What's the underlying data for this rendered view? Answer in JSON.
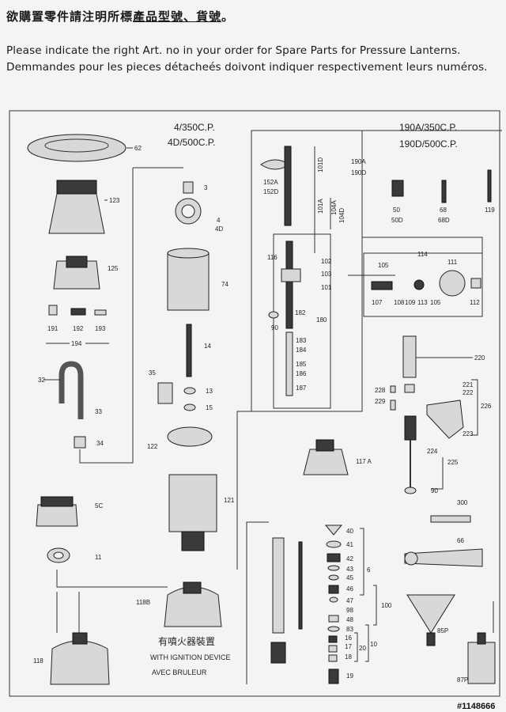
{
  "header": {
    "chinese_before": "欲購置零件請注明所標",
    "chinese_underlined": "產品型號、貨號",
    "chinese_after": "。",
    "english": "Please indicate the right Art. no in your order for Spare Parts for Pressure Lanterns.",
    "french": "Demmandes pour les pieces détacheés doivont indiquer respectivement leurs numéros."
  },
  "models": {
    "left_line1": "4/350C.P.",
    "left_line2": "4D/500C.P.",
    "right_line1": "190A/350C.P.",
    "right_line2": "190D/500C.P."
  },
  "caption": {
    "chinese": "有噴火器裝置",
    "english": "WITH IGNITION DEVICE",
    "french": "AVEC BRULEUR"
  },
  "watermark": "#1148666",
  "part_labels": {
    "p62": "62",
    "p123": "123",
    "p125": "125",
    "p191": "191",
    "p192": "192",
    "p193": "193",
    "p194": "194",
    "p32": "32",
    "p33": "33",
    "p34": "34",
    "p5c": "5C",
    "p11": "11",
    "p118": "118",
    "p118b": "118B",
    "p3": "3",
    "p4": "4",
    "p4d": "4D",
    "p74": "74",
    "p14": "14",
    "p35": "35",
    "p13": "13",
    "p15": "15",
    "p122": "122",
    "p121": "121",
    "p152a": "152A",
    "p152d": "152D",
    "p101a": "101A",
    "p101d": "101D",
    "p104a": "104A",
    "p104d": "104D",
    "p190a": "190A",
    "p190d": "190D",
    "p116": "116",
    "p102": "102",
    "p103": "103",
    "p101": "101",
    "p182": "182",
    "p90": "90",
    "p180": "180",
    "p183": "183",
    "p184": "184",
    "p185": "185",
    "p186": "186",
    "p187": "187",
    "p50": "50",
    "p50d": "50D",
    "p68": "68",
    "p68d": "68D",
    "p119": "119",
    "p114": "114",
    "p105": "105",
    "p111": "111",
    "p107": "107",
    "p108": "108",
    "p109": "109",
    "p113": "113",
    "p105b": "105",
    "p112": "112",
    "p220": "220",
    "p221": "221",
    "p222": "222",
    "p228": "228",
    "p229": "229",
    "p226": "226",
    "p223": "223",
    "p224": "224",
    "p225": "225",
    "p90b": "90",
    "p117a": "117 A",
    "p300": "300",
    "p66": "66",
    "p85p": "85P",
    "p87p": "87P",
    "p40": "40",
    "p41": "41",
    "p42": "42",
    "p43": "43",
    "p45": "45",
    "p46": "46",
    "p47": "47",
    "p98": "98",
    "p48": "48",
    "p83": "83",
    "p16": "16",
    "p17": "17",
    "p18": "18",
    "p19": "19",
    "p6": "6",
    "p100": "100",
    "p20": "20",
    "p10": "10"
  }
}
